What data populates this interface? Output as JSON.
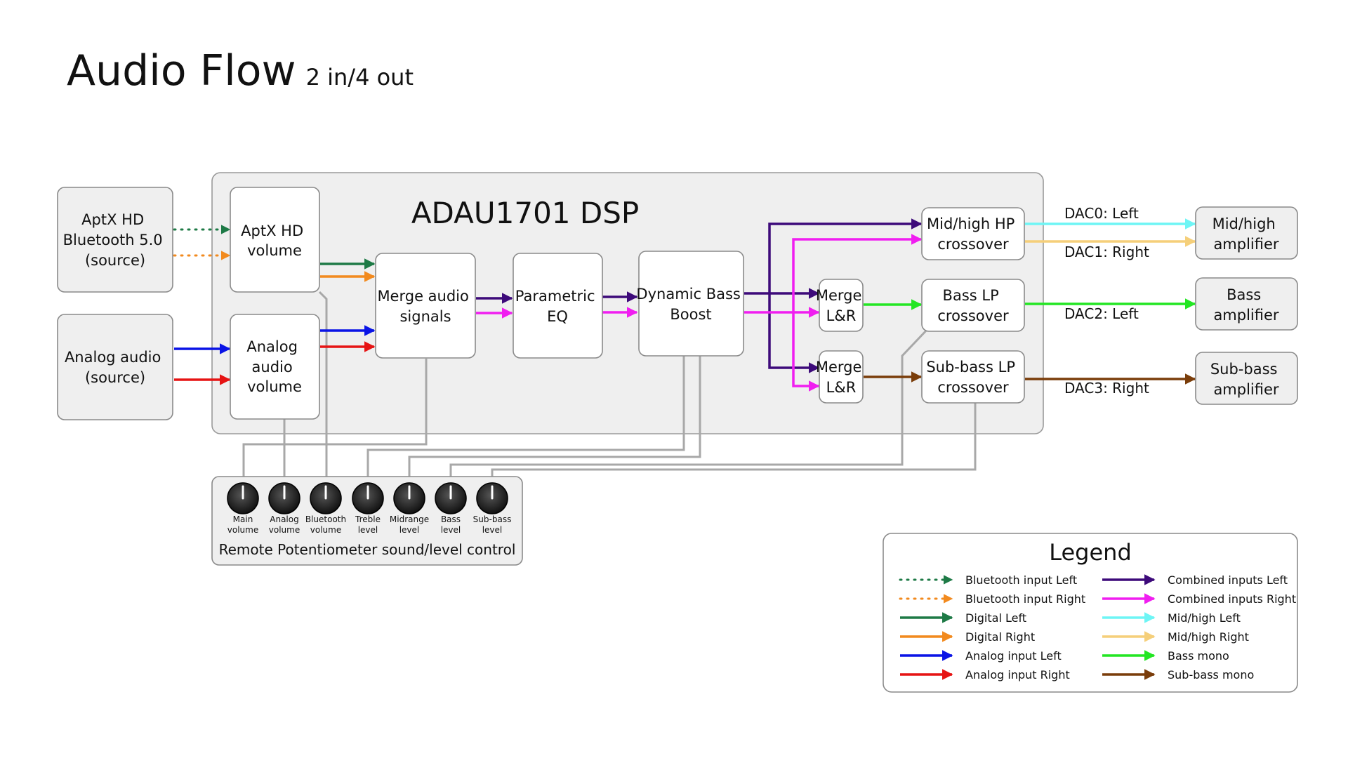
{
  "title": {
    "main": "Audio Flow",
    "sub": "2 in/4 out"
  },
  "dsp": {
    "label": "ADAU1701 DSP"
  },
  "blocks": {
    "aptx_source": [
      "AptX HD",
      "Bluetooth 5.0",
      "(source)"
    ],
    "analog_source": [
      "Analog audio",
      "(source)"
    ],
    "aptx_volume": [
      "AptX HD",
      "volume"
    ],
    "analog_volume": [
      "Analog",
      "audio",
      "volume"
    ],
    "merge_audio": [
      "Merge audio",
      "signals"
    ],
    "parametric_eq": [
      "Parametric",
      "EQ"
    ],
    "dynamic_bass": [
      "Dynamic Bass",
      "Boost"
    ],
    "merge_lr_top": [
      "Merge",
      "L&R"
    ],
    "merge_lr_bottom": [
      "Merge",
      "L&R"
    ],
    "midhigh_crossover": [
      "Mid/high HP",
      "crossover"
    ],
    "bass_crossover": [
      "Bass LP",
      "crossover"
    ],
    "subbass_crossover": [
      "Sub-bass LP",
      "crossover"
    ],
    "midhigh_amp": [
      "Mid/high",
      "amplifier"
    ],
    "bass_amp": [
      "Bass",
      "amplifier"
    ],
    "subbass_amp": [
      "Sub-bass",
      "amplifier"
    ]
  },
  "dac_labels": {
    "dac0": "DAC0: Left",
    "dac1": "DAC1: Right",
    "dac2": "DAC2: Left",
    "dac3": "DAC3: Right"
  },
  "controls": {
    "panel_title": "Remote Potentiometer sound/level control",
    "knobs": [
      [
        "Main",
        "volume"
      ],
      [
        "Analog",
        "volume"
      ],
      [
        "Bluetooth",
        "volume"
      ],
      [
        "Treble",
        "level"
      ],
      [
        "Midrange",
        "level"
      ],
      [
        "Bass",
        "level"
      ],
      [
        "Sub-bass",
        "level"
      ]
    ]
  },
  "legend": {
    "title": "Legend",
    "items": [
      {
        "label": "Bluetooth input Left",
        "color": "#1e7a46",
        "style": "dotted"
      },
      {
        "label": "Bluetooth input Right",
        "color": "#f28a1e",
        "style": "dotted"
      },
      {
        "label": "Digital Left",
        "color": "#1e7a46",
        "style": "solid"
      },
      {
        "label": "Digital Right",
        "color": "#f28a1e",
        "style": "solid"
      },
      {
        "label": "Analog input Left",
        "color": "#0a14e6",
        "style": "solid"
      },
      {
        "label": "Analog input Right",
        "color": "#e61414",
        "style": "solid"
      },
      {
        "label": "Combined inputs Left",
        "color": "#3d0a7a",
        "style": "solid"
      },
      {
        "label": "Combined inputs Right",
        "color": "#f01ef0",
        "style": "solid"
      },
      {
        "label": "Mid/high Left",
        "color": "#6ef5f5",
        "style": "solid"
      },
      {
        "label": "Mid/high Right",
        "color": "#f5cf7a",
        "style": "solid"
      },
      {
        "label": "Bass mono",
        "color": "#23e623",
        "style": "solid"
      },
      {
        "label": "Sub-bass mono",
        "color": "#7a3d0a",
        "style": "solid"
      }
    ]
  },
  "colors": {
    "control_line": "#a8a8a8",
    "box_border": "#8a8a8a",
    "dsp_fill": "#efefef",
    "knob": "#222222"
  }
}
